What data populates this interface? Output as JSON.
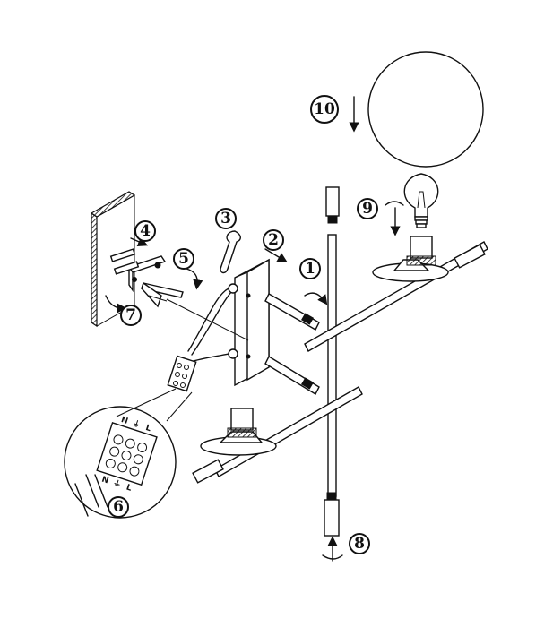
{
  "steps": [
    {
      "number": "1"
    },
    {
      "number": "2"
    },
    {
      "number": "3"
    },
    {
      "number": "4"
    },
    {
      "number": "5"
    },
    {
      "number": "6"
    },
    {
      "number": "7"
    },
    {
      "number": "8"
    },
    {
      "number": "9"
    },
    {
      "number": "10"
    }
  ],
  "terminal_labels": {
    "top": [
      "N",
      "⏚",
      "L"
    ],
    "bottom": [
      "N",
      "⏚",
      "L"
    ]
  },
  "icons": [
    "wall-plate-icon",
    "wrench-icon",
    "screwdriver-icon",
    "bulb-icon",
    "glass-globe-icon",
    "terminal-block-icon",
    "rotate-arrow-icon"
  ]
}
